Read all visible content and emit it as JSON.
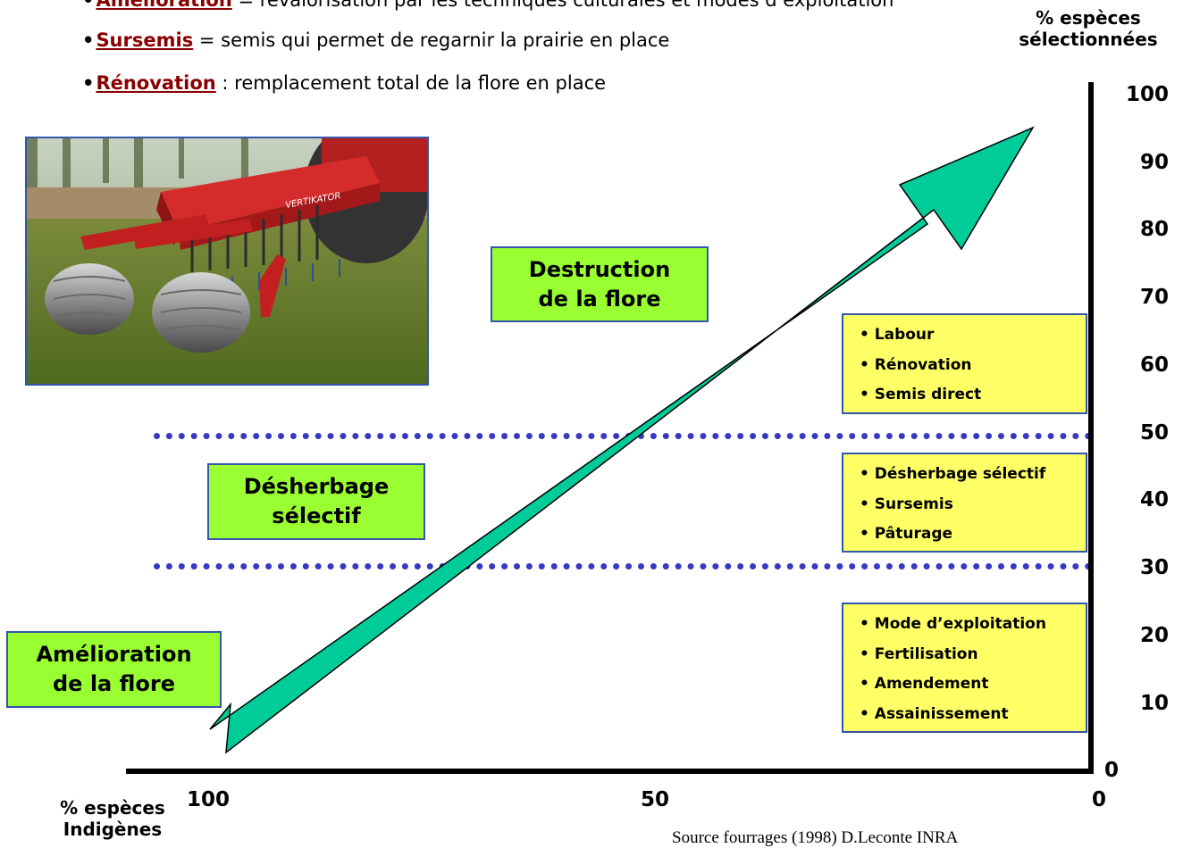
{
  "definitions": [
    {
      "term": "Amélioration",
      "sep": " = ",
      "text": "revalorisation par les techniques culturales et modes d’exploitation"
    },
    {
      "term": "Sursemis",
      "sep": " =  ",
      "text": "semis qui permet de regarnir la prairie en place"
    },
    {
      "term": "Rénovation",
      "sep": " : ",
      "text": "remplacement total de la flore en place"
    }
  ],
  "y_axis": {
    "title_line1": "% espèces",
    "title_line2": "sélectionnées",
    "ticks": [
      "100",
      "90",
      "80",
      "70",
      "60",
      "50",
      "40",
      "30",
      "20",
      "10",
      "0"
    ]
  },
  "x_axis": {
    "title_line1": "% espèces",
    "title_line2": "Indigènes",
    "ticks": [
      "100",
      "50",
      "0"
    ]
  },
  "zones": {
    "destruction": {
      "line1": "Destruction",
      "line2": "de la flore"
    },
    "desherbage": {
      "line1": "Désherbage",
      "line2": "sélectif"
    },
    "amelioration": {
      "line1": "Amélioration",
      "line2": "de la flore"
    }
  },
  "practices": {
    "high": [
      "• Labour",
      "• Rénovation",
      "• Semis direct"
    ],
    "mid": [
      "• Désherbage sélectif",
      "• Sursemis",
      "• Pâturage"
    ],
    "low": [
      "• Mode d’exploitation",
      "• Fertilisation",
      "• Amendement",
      "• Assainissement"
    ]
  },
  "thresholds": [
    50,
    30
  ],
  "photo": {
    "label": "VERTIKATOR"
  },
  "source": "Source fourrages (1998) D.Leconte INRA",
  "colors": {
    "box_green": "#99ff33",
    "box_yellow": "#ffff66",
    "arrow": "#00cc99",
    "dotted": "#3838c0",
    "term": "#8a0000"
  }
}
